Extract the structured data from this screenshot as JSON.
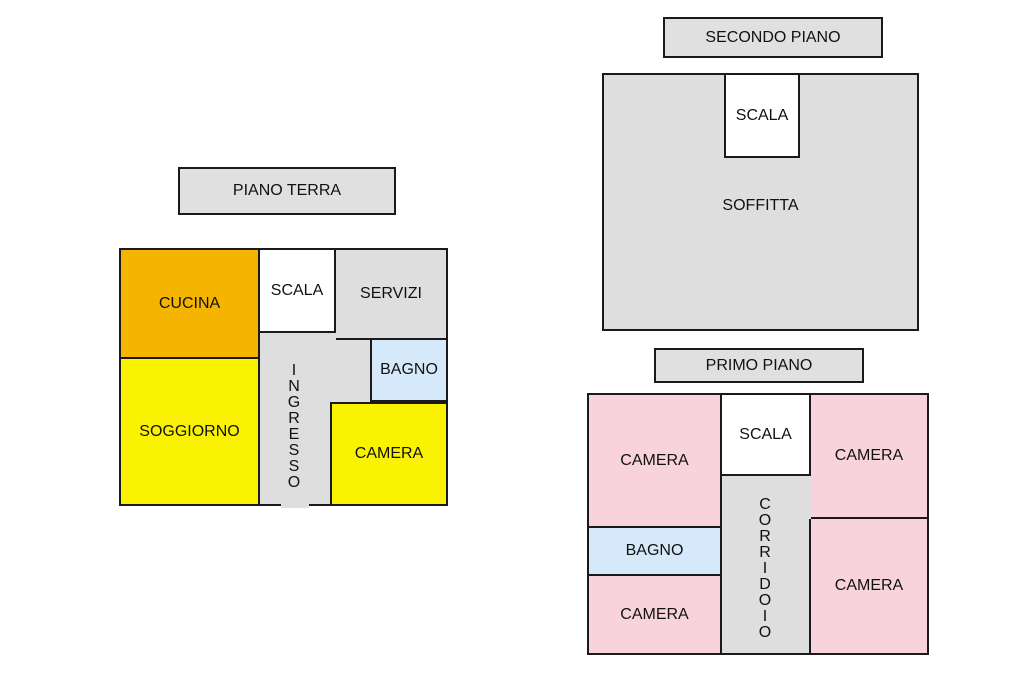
{
  "colors": {
    "grey": "#dedede",
    "orange": "#f5b400",
    "yellow": "#f9f200",
    "light_blue": "#d6e9fa",
    "pink": "#f8d3dc",
    "white": "#ffffff",
    "border": "#1a1a1a"
  },
  "ground_floor": {
    "title": "PIANO TERRA",
    "rooms": {
      "kitchen": "CUCINA",
      "stairs": "SCALA",
      "services": "SERVIZI",
      "bathroom": "BAGNO",
      "living": "SOGGIORNO",
      "bedroom": "CAMERA",
      "entrance": [
        "I",
        "N",
        "G",
        "R",
        "E",
        "S",
        "S",
        "O"
      ]
    }
  },
  "second_floor": {
    "title": "SECONDO PIANO",
    "rooms": {
      "stairs": "SCALA",
      "attic": "SOFFITTA"
    }
  },
  "first_floor": {
    "title": "PRIMO PIANO",
    "rooms": {
      "bedroom_top_left": "CAMERA",
      "stairs": "SCALA",
      "bedroom_top_right": "CAMERA",
      "bathroom": "BAGNO",
      "bedroom_bottom_left": "CAMERA",
      "bedroom_bottom_right": "CAMERA",
      "corridor": [
        "C",
        "O",
        "R",
        "R",
        "I",
        "D",
        "O",
        "I",
        "O"
      ]
    }
  }
}
